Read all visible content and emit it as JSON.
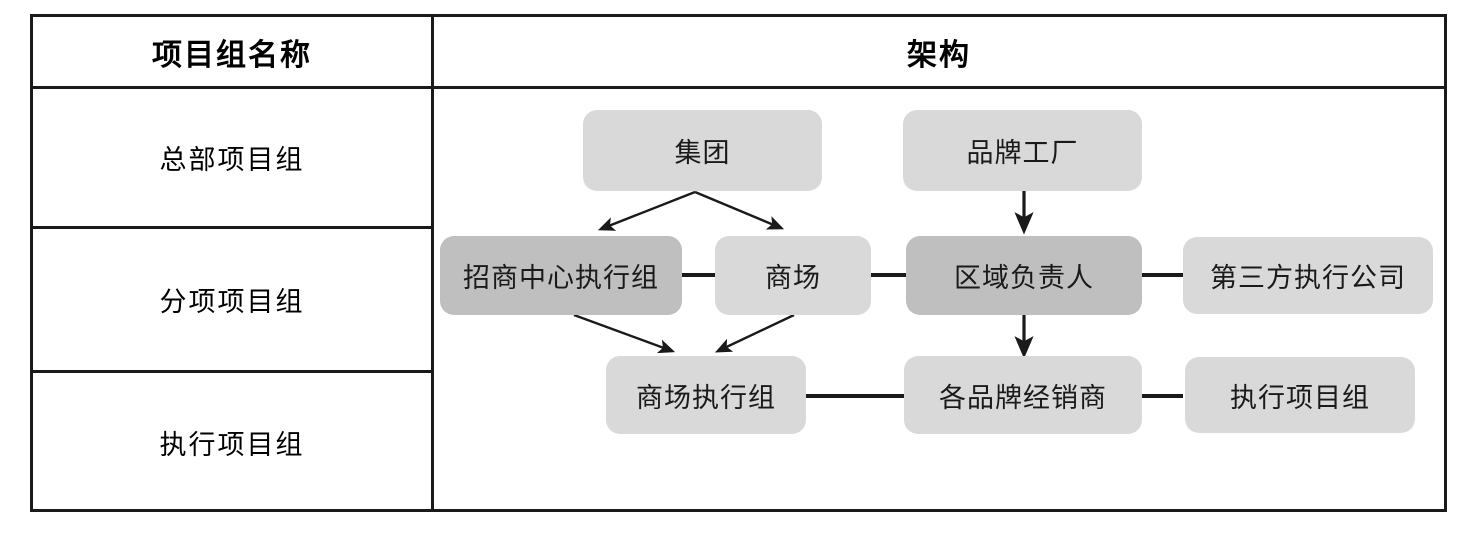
{
  "table": {
    "headers": {
      "name_column": "项目组名称",
      "architecture_column": "架构"
    },
    "rows": [
      {
        "group_name": "总部项目组"
      },
      {
        "group_name": "分项项目组"
      },
      {
        "group_name": "执行项目组"
      }
    ]
  },
  "diagram": {
    "type": "org-chart",
    "colors": {
      "node_light": "#d9d9d9",
      "node_dark": "#bfbfbf",
      "line": "#1a1a1a",
      "border": "#1a1a1a",
      "background": "#ffffff"
    },
    "nodes": [
      {
        "id": "group",
        "label": "集团",
        "tone": "light",
        "row": "总部项目组"
      },
      {
        "id": "brand-factory",
        "label": "品牌工厂",
        "tone": "light",
        "row": "总部项目组"
      },
      {
        "id": "invest-center",
        "label": "招商中心执行组",
        "tone": "dark",
        "row": "分项项目组"
      },
      {
        "id": "mall",
        "label": "商场",
        "tone": "light",
        "row": "分项项目组"
      },
      {
        "id": "region-head",
        "label": "区域负责人",
        "tone": "dark",
        "row": "分项项目组"
      },
      {
        "id": "third-party",
        "label": "第三方执行公司",
        "tone": "light",
        "row": "分项项目组"
      },
      {
        "id": "mall-exec",
        "label": "商场执行组",
        "tone": "light",
        "row": "执行项目组"
      },
      {
        "id": "dealers",
        "label": "各品牌经销商",
        "tone": "light",
        "row": "执行项目组"
      },
      {
        "id": "exec-team",
        "label": "执行项目组",
        "tone": "light",
        "row": "执行项目组"
      }
    ],
    "edges": [
      {
        "from": "group",
        "to": "invest-center",
        "style": "arrow"
      },
      {
        "from": "group",
        "to": "mall",
        "style": "arrow"
      },
      {
        "from": "brand-factory",
        "to": "region-head",
        "style": "arrow"
      },
      {
        "from": "invest-center",
        "to": "mall-exec",
        "style": "arrow"
      },
      {
        "from": "mall",
        "to": "mall-exec",
        "style": "arrow"
      },
      {
        "from": "region-head",
        "to": "dealers",
        "style": "arrow"
      },
      {
        "from": "invest-center",
        "to": "mall",
        "style": "line"
      },
      {
        "from": "mall",
        "to": "region-head",
        "style": "line"
      },
      {
        "from": "region-head",
        "to": "third-party",
        "style": "line"
      },
      {
        "from": "mall-exec",
        "to": "dealers",
        "style": "line"
      },
      {
        "from": "dealers",
        "to": "exec-team",
        "style": "line"
      }
    ]
  }
}
